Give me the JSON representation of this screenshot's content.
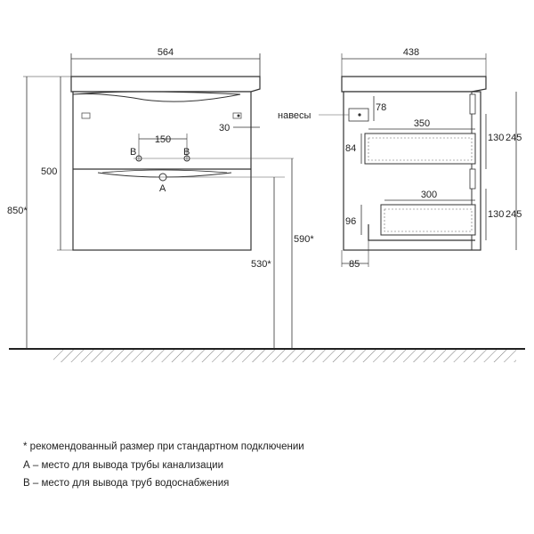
{
  "dimensions": {
    "front_width": "564",
    "front_height_top": "500",
    "front_total_height": "850*",
    "pipe_spacing": "150",
    "hinge_offset": "30",
    "pipe_height_a": "590*",
    "pipe_height_b": "530*",
    "side_depth": "438",
    "hinge_depth": "78",
    "drawer1_depth": "350",
    "drawer1_height": "84",
    "drawer1_box": "130",
    "drawer1_front": "245",
    "drawer2_depth": "300",
    "drawer2_height": "96",
    "drawer2_box": "130",
    "drawer2_front": "245",
    "side_bottom_offset": "85"
  },
  "labels": {
    "hinges": "навесы",
    "point_a": "A",
    "point_b_left": "B",
    "point_b_right": "B"
  },
  "notes": [
    "* рекомендованный размер при стандартном подключении",
    "А – место для вывода трубы канализации",
    "В – место для вывода труб водоснабжения"
  ]
}
